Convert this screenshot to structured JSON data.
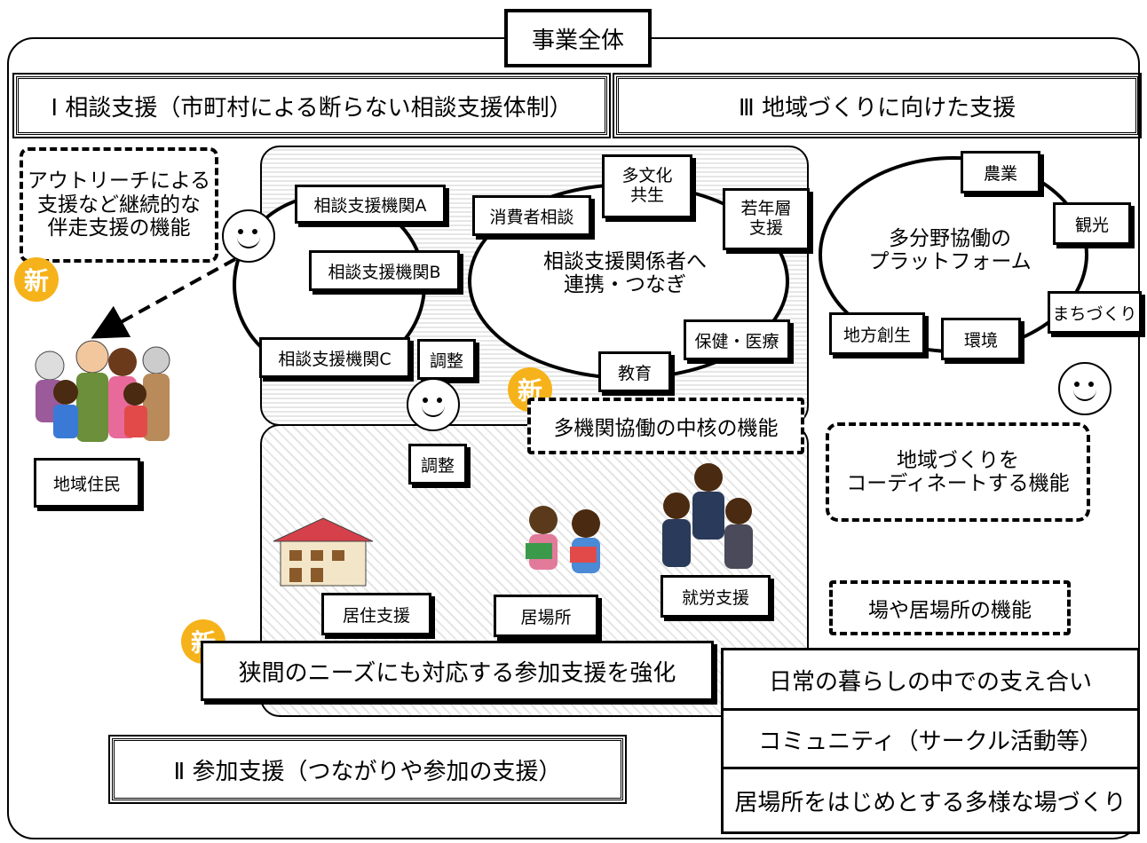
{
  "title": "事業全体",
  "section1": "Ⅰ 相談支援（市町村による断らない相談支援体制）",
  "section2": "Ⅱ 参加支援（つながりや参加の支援）",
  "section3": "Ⅲ 地域づくりに向けた支援",
  "new_badge": "新",
  "outreach": "アウトリーチによる\n支援など継続的な\n伴走支援の機能",
  "residents": "地域住民",
  "agency_a": "相談支援機関A",
  "agency_b": "相談支援機関B",
  "agency_c": "相談支援機関C",
  "coordination": "調整",
  "network_center": "相談支援関係者へ\n連携・つなぎ",
  "consumer": "消費者相談",
  "multicultural": "多文化\n共生",
  "youth": "若年層\n支援",
  "health": "保健・医療",
  "education": "教育",
  "core_function": "多機関協働の中核の機能",
  "housing": "居住支援",
  "ibasho": "居場所",
  "employment": "就労支援",
  "participation_strengthen": "狭間のニーズにも対応する参加支援を強化",
  "platform": "多分野協働の\nプラットフォーム",
  "agriculture": "農業",
  "tourism": "観光",
  "town": "まちづくり",
  "environment": "環境",
  "regional": "地方創生",
  "coordinate_function": "地域づくりを\nコーディネートする機能",
  "place_function": "場や居場所の機能",
  "daily_support": "日常の暮らしの中での支え合い",
  "community": "コミュニティ（サークル活動等）",
  "diverse_places": "居場所をはじめとする多様な場づくり"
}
